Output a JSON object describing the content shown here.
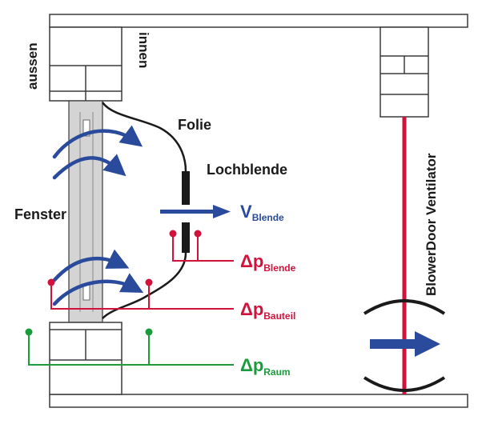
{
  "labels": {
    "outside": "aussen",
    "inside": "innen",
    "foil": "Folie",
    "orifice": "Lochblende",
    "window": "Fenster",
    "fan": "BlowerDoor Ventilator",
    "v_symbol": "V",
    "v_sub": "Blende",
    "delta": "Δ",
    "p": "p",
    "dp_orifice_sub": "Blende",
    "dp_component_sub": "Bauteil",
    "dp_room_sub": "Raum"
  },
  "colors": {
    "blue": "#2a4a9c",
    "red": "#d2123a",
    "green": "#1a9c3c",
    "wall_gray": "#d4d4d4",
    "outline": "#3a3a3a",
    "black": "#1a1a1a"
  }
}
